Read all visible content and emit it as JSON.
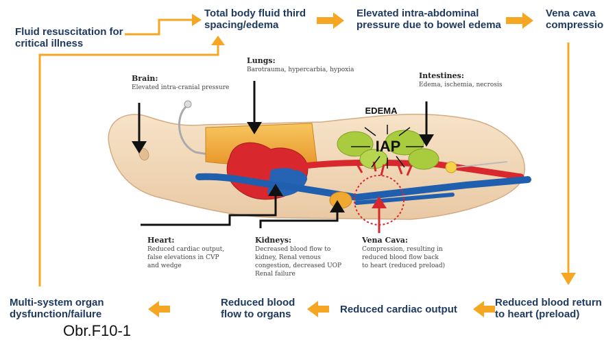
{
  "flow": {
    "fluid_resuscitation": [
      "Fluid resuscitation for",
      "critical illness"
    ],
    "third_spacing": [
      "Total body fluid third",
      "spacing/edema"
    ],
    "elevated_iap": [
      "Elevated intra-abdominal",
      "pressure due to bowel edema"
    ],
    "vena_cava_compression": [
      "Vena cava",
      "compression"
    ],
    "reduced_return": [
      "Reduced blood return",
      "to heart (preload)"
    ],
    "reduced_output": "Reduced cardiac output",
    "reduced_flow": [
      "Reduced blood",
      "flow to organs"
    ],
    "multi_system": [
      "Multi-system organ",
      "dysfunction/failure"
    ]
  },
  "anatomy": {
    "brain": {
      "title": "Brain:",
      "desc": [
        "Elevated intra-cranial pressure"
      ]
    },
    "lungs": {
      "title": "Lungs:",
      "desc": [
        "Barotrauma, hypercarbia, hypoxia"
      ]
    },
    "intestines": {
      "title": "Intestines:",
      "desc": [
        "Edema, ischemia, necrosis"
      ]
    },
    "heart": {
      "title": "Heart:",
      "desc": [
        "Reduced cardiac output,",
        "false elevations in CVP",
        "and wedge"
      ]
    },
    "kidneys": {
      "title": "Kidneys:",
      "desc": [
        "Decreased blood flow to",
        "kidney, Renal venous",
        "congestion, decreased UOP",
        "Renal failure"
      ]
    },
    "vena_cava": {
      "title": "Vena Cava:",
      "desc": [
        "Compression, resulting in",
        "reduced blood flow back",
        "to heart (reduced preload)"
      ]
    }
  },
  "labels": {
    "edema": "EDEMA",
    "iap": "IAP"
  },
  "caption": "Obr.F10-1",
  "colors": {
    "flow_arrow": "#f5a623",
    "text_dark": "#1f3a60",
    "artery": "#d9282d",
    "vein": "#1f5fae",
    "bowel": "#a9cc3f",
    "organ_orange": "#f0a830"
  }
}
